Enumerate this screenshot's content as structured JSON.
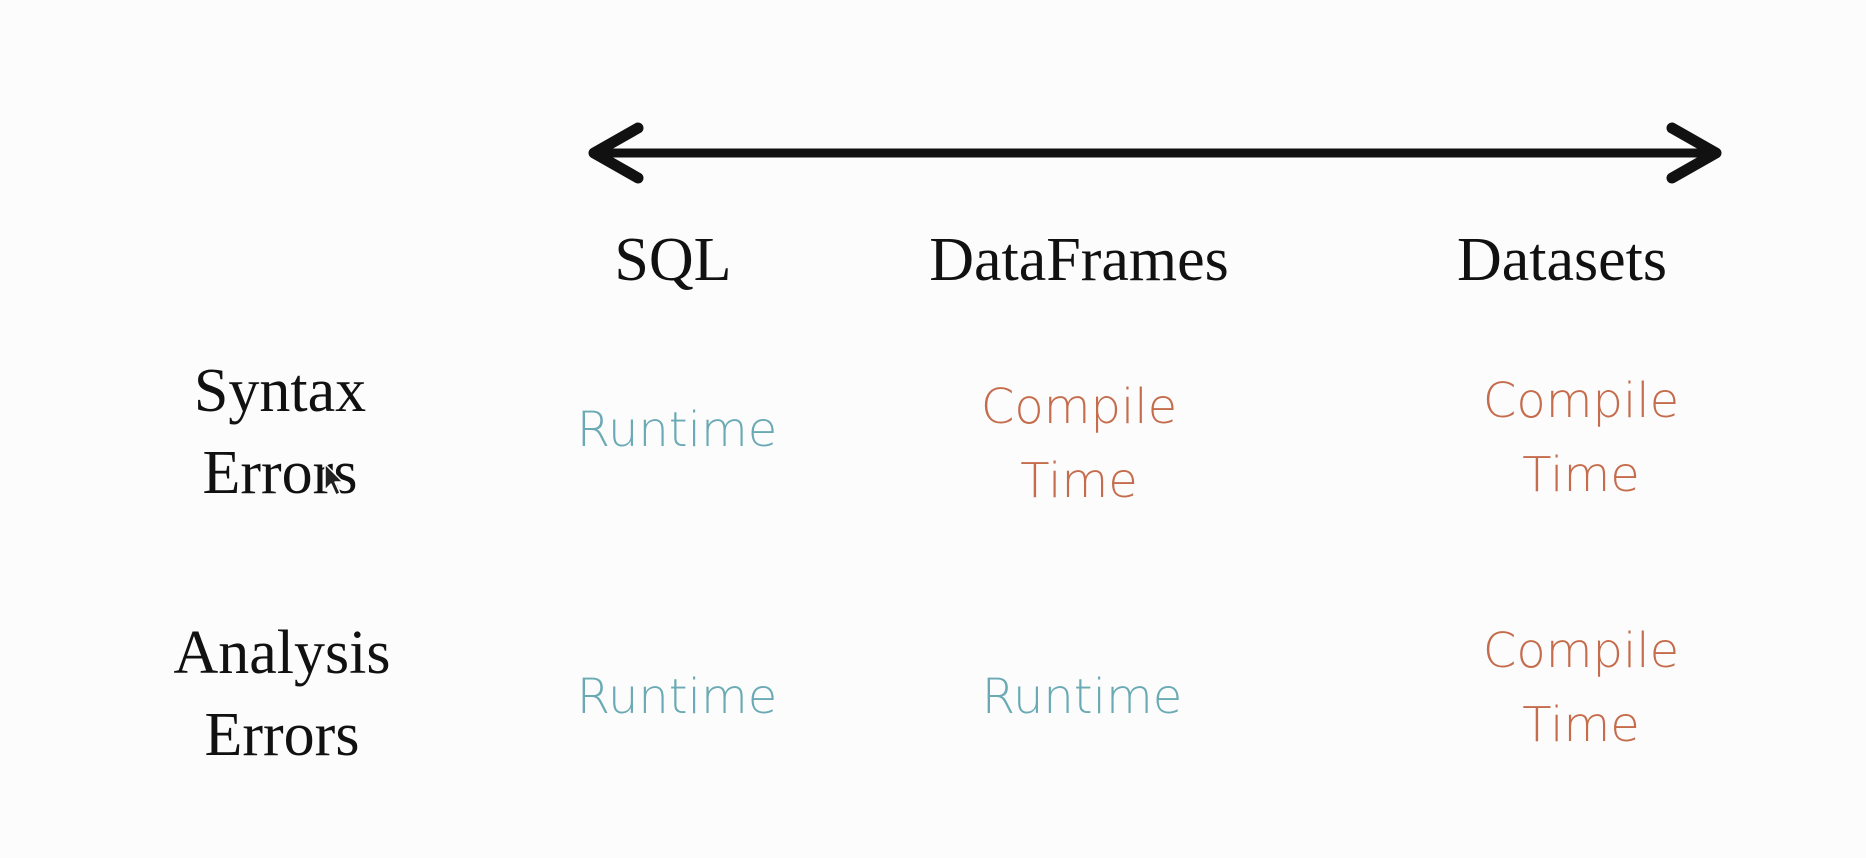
{
  "columns": {
    "sql": "SQL",
    "dataframes": "DataFrames",
    "datasets": "Datasets"
  },
  "rows": {
    "syntax": "Syntax\nErrors",
    "analysis": "Analysis\nErrors"
  },
  "cells": {
    "syntax_sql": "Runtime",
    "syntax_dataframes": "Compile\nTime",
    "syntax_datasets": "Compile\nTime",
    "analysis_sql": "Runtime",
    "analysis_dataframes": "Runtime",
    "analysis_datasets": "Compile\nTime"
  },
  "colors": {
    "runtime": "#6aaab4",
    "compile_time": "#c46c4c",
    "text": "#111111",
    "arrow": "#111111"
  },
  "icons": {
    "arrow": "double-headed-arrow-icon",
    "cursor": "mouse-pointer-icon"
  }
}
